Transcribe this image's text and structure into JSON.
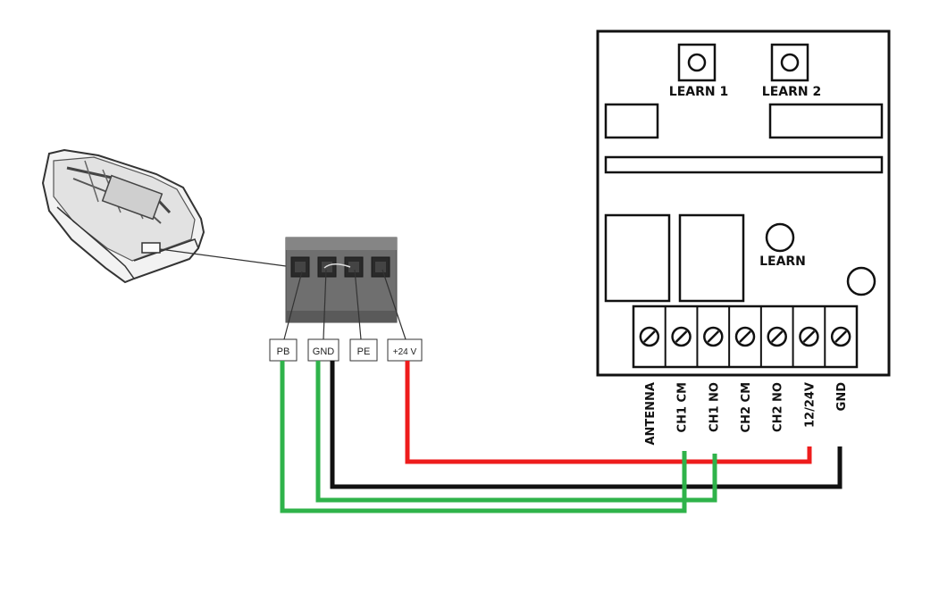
{
  "receiver": {
    "learn1": "LEARN 1",
    "learn2": "LEARN 2",
    "learn": "LEARN",
    "terminals": [
      "ANTENNA",
      "CH1 CM",
      "CH1 NO",
      "CH2 CM",
      "CH2 NO",
      "12/24V",
      "GND"
    ]
  },
  "connector": {
    "labels": [
      "PB",
      "GND",
      "PE",
      "+24 V"
    ]
  },
  "wires": {
    "power": "#ee1c1c",
    "ground": "#111111",
    "signal": "#2fb34a"
  }
}
